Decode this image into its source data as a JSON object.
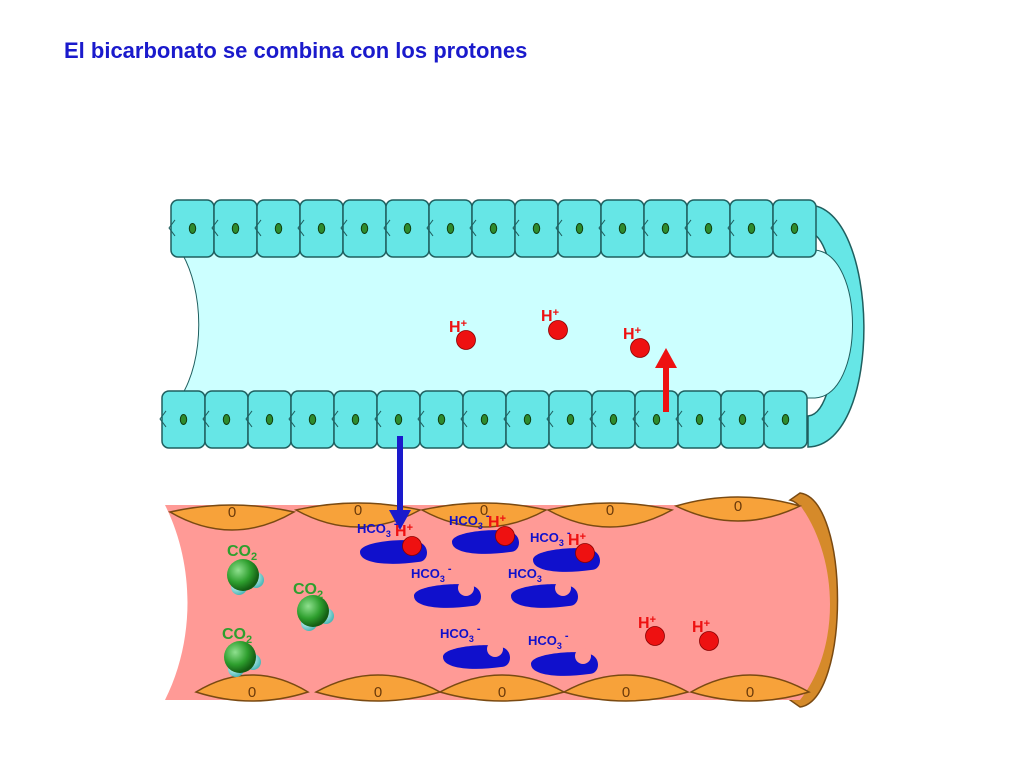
{
  "title": "El bicarbonato se combina con los protones",
  "colors": {
    "title": "#1a1acc",
    "lumen_fill": "#ccffff",
    "epithelial_cell": "#66e6e6",
    "cell_outline": "#1f5f5f",
    "nucleus": "#2e8b2e",
    "blood_fill": "#ff9a96",
    "endothelial_cell": "#f7a23a",
    "proton": "#ee1111",
    "proton_label": "#ee1111",
    "bicarbonate": "#1010cc",
    "co2_sphere": "#2e9f2e",
    "co2_label": "#2e9f2e",
    "arrow_up": "#ee1111",
    "arrow_down": "#1a1acc"
  },
  "labels": {
    "proton": "H",
    "proton_sup": "+",
    "bicarb_main": "HCO",
    "bicarb_sub": "3",
    "bicarb_sup": "-",
    "co2_main": "CO",
    "co2_sub": "2",
    "nucleus_glyph": "0"
  },
  "icons": {
    "proton": "proton-circle-icon",
    "bicarbonate": "bicarbonate-ion-icon",
    "co2": "co2-molecule-icon",
    "arrow_up": "arrow-up-icon",
    "arrow_down": "arrow-down-icon"
  }
}
